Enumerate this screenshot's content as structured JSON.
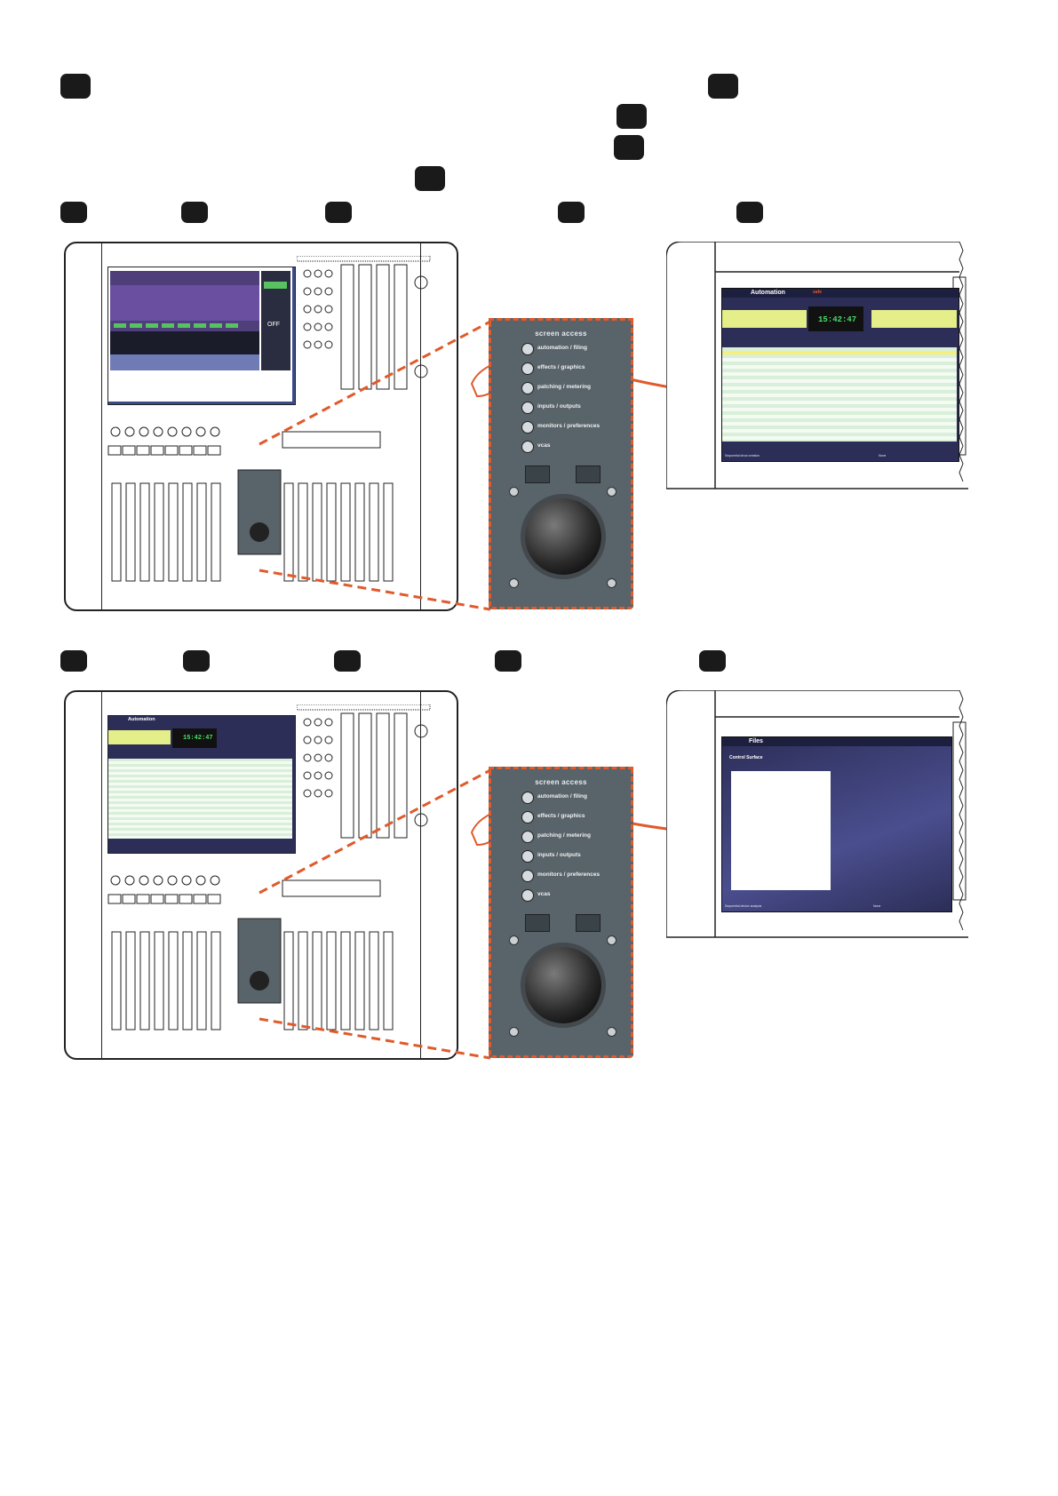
{
  "badges": {
    "count": 15
  },
  "panel": {
    "title": "screen access",
    "items": [
      {
        "label": "automation / filing"
      },
      {
        "label": "effects / graphics"
      },
      {
        "label": "patching / metering"
      },
      {
        "label": "inputs / outputs"
      },
      {
        "label": "monitors / preferences"
      },
      {
        "label": "vcas"
      }
    ]
  },
  "automation_screen": {
    "title": "Automation",
    "status": "safe",
    "clock": "15:42:47",
    "status_left": "Sequential show creation",
    "status_right": "None"
  },
  "console_screen": {
    "first_label": "OFF",
    "second_title": "Automation",
    "second_clock": "15:42:47"
  },
  "files_screen": {
    "title": "Files",
    "section": "Control Surface",
    "status_left": "Sequential device analysis",
    "status_right": "None"
  },
  "colors": {
    "accent": "#e05a2b",
    "panel": "#58636a",
    "app_bg": "#2c2e57",
    "clock": "#4ddc6a"
  }
}
